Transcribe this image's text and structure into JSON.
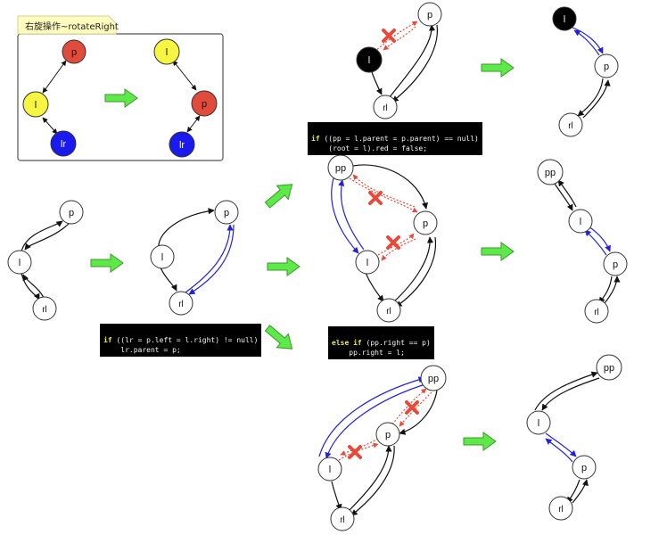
{
  "legend": {
    "title": "右旋操作~rotateRight",
    "nodes": {
      "p": "p",
      "l": "l",
      "lr": "lr"
    }
  },
  "nodes": {
    "p": "p",
    "l": "l",
    "rl": "rl",
    "pp": "pp"
  },
  "code": {
    "block1": {
      "line1_kw": "if",
      "line1_rest": " ((lr = p.left = l.right) != null)",
      "line2": "    lr.parent = p;"
    },
    "block2": {
      "line1_kw": "if",
      "line1_rest": " ((pp = l.parent = p.parent) == null)",
      "line2": "    (root = l).red = false;"
    },
    "block3": {
      "line1_kw": "else if",
      "line1_rest": " (pp.right == p)",
      "line2": "    pp.right = l;"
    }
  },
  "colors": {
    "red_node": "#e14b3b",
    "yellow_node": "#f5f542",
    "blue_node": "#1a1aee",
    "black_node": "#000000",
    "arrow_green": "#5fe84a",
    "arrow_blue": "#2222dd",
    "arrow_red_dotted": "#e84a3a"
  }
}
